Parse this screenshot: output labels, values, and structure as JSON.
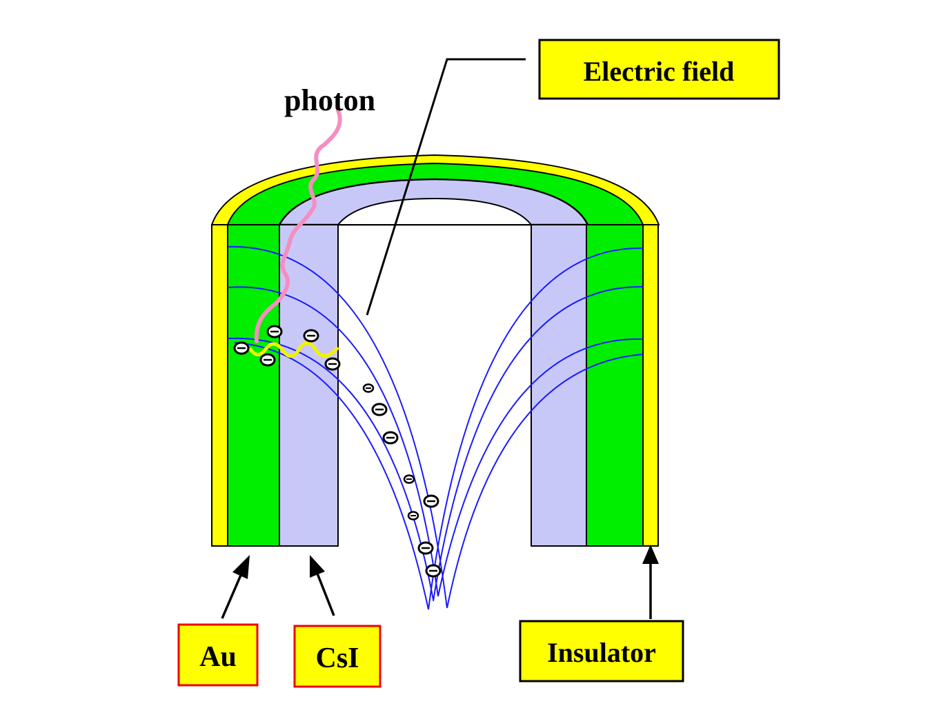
{
  "labels": {
    "photon": "photon",
    "electric_field": "Electric field",
    "au": "Au",
    "csi": "CsI",
    "insulator": "Insulator"
  },
  "electron_symbol": "−",
  "colors": {
    "insulator": "#ffff00",
    "au": "#00ee00",
    "csi": "#c8c8f8",
    "field_line": "#1a1aff",
    "photon": "#f58ec0",
    "photoelectron_wave": "#f2f200",
    "label_border_red": "#ee0000",
    "label_border_dark": "#000000"
  }
}
